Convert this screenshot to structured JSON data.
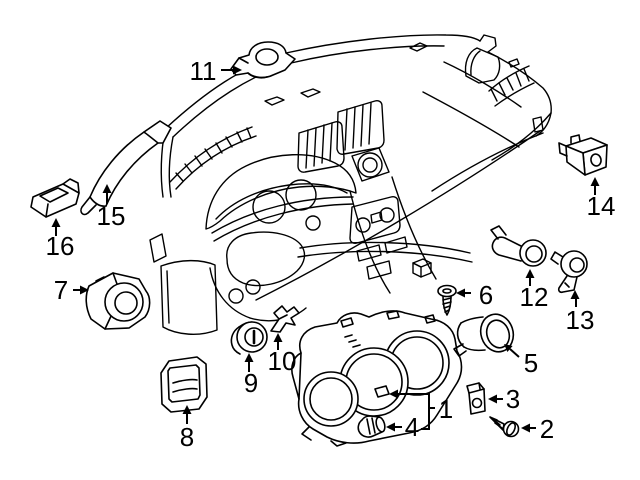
{
  "diagram": {
    "background_color": "#ffffff",
    "line_color": "#000000"
  },
  "callouts": {
    "c1": "1",
    "c2": "2",
    "c3": "3",
    "c4": "4",
    "c5": "5",
    "c6": "6",
    "c7": "7",
    "c8": "8",
    "c9": "9",
    "c10": "10",
    "c11": "11",
    "c12": "12",
    "c13": "13",
    "c14": "14",
    "c15": "15",
    "c16": "16"
  }
}
